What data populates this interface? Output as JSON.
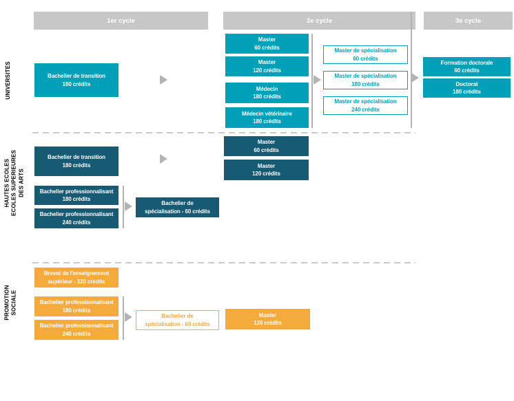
{
  "colors": {
    "teal": "#00a1b8",
    "dark_teal": "#175a73",
    "orange": "#f5aa3c",
    "header_gray": "#c7c7c7",
    "arrow_gray": "#b3b3b3",
    "dash_gray": "#c9c9c9"
  },
  "cycles": [
    {
      "label": "1er cycle"
    },
    {
      "label": "2e cycle"
    },
    {
      "label": "3e cycle"
    }
  ],
  "sections": {
    "universites": {
      "label": "UNIVERSITES",
      "boxes": {
        "bachelier_transition": {
          "lines": [
            "Bachelier de transition",
            "180 crédits"
          ]
        },
        "master_60": {
          "lines": [
            "Master",
            "60 crédits"
          ]
        },
        "master_120": {
          "lines": [
            "Master",
            "120 crédits"
          ]
        },
        "medecin_180": {
          "lines": [
            "Médecin",
            "180 crédits"
          ]
        },
        "medecin_veterinaire_180": {
          "lines": [
            "Médecin vétérinaire",
            "180 crédits"
          ]
        },
        "master_spec_60": {
          "lines": [
            "Master de spécialisation",
            "60 crédits"
          ]
        },
        "master_spec_180": {
          "lines": [
            "Master de spécialisation",
            "180 crédits"
          ]
        },
        "master_spec_240": {
          "lines": [
            "Master de spécialisation",
            "240 crédits"
          ]
        },
        "formation_doctorale": {
          "lines": [
            "Formation doctorale",
            "60 crédits"
          ]
        },
        "doctorat": {
          "lines": [
            "Doctorat",
            "180 crédits"
          ]
        }
      }
    },
    "hautes_ecoles": {
      "label_lines": [
        "HAUTES ECOLES",
        "ECOLES SUPERIEURES",
        "DES ARTS"
      ],
      "boxes": {
        "bachelier_transition": {
          "lines": [
            "Bachelier de transition",
            "180 crédits"
          ]
        },
        "master_60": {
          "lines": [
            "Master",
            "60 crédits"
          ]
        },
        "master_120": {
          "lines": [
            "Master",
            "120 crédits"
          ]
        },
        "bachelier_pro_180": {
          "lines": [
            "Bachelier professionnalisant",
            "180 crédits"
          ]
        },
        "bachelier_pro_240": {
          "lines": [
            "Bachelier professionnalisant",
            "240 crédits"
          ]
        },
        "bachelier_specialisation": {
          "lines": [
            "Bachelier de",
            "spécialisation - 60 crédits"
          ]
        }
      }
    },
    "promotion_sociale": {
      "label_lines": [
        "PROMOTION",
        "SOCIALE"
      ],
      "boxes": {
        "brevet": {
          "lines": [
            "Brevet de l'enseignement",
            "supérieur - 120 crédits"
          ]
        },
        "bachelier_pro_180": {
          "lines": [
            "Bachelier professionnalisant",
            "180 crédits"
          ]
        },
        "bachelier_pro_240": {
          "lines": [
            "Bachelier professionnalisant",
            "240 crédits"
          ]
        },
        "bachelier_specialisation": {
          "lines": [
            "Bachelier de",
            "spécialisation - 60 crédits"
          ]
        },
        "master_120": {
          "lines": [
            "Master",
            "120 crédits"
          ]
        }
      }
    }
  }
}
